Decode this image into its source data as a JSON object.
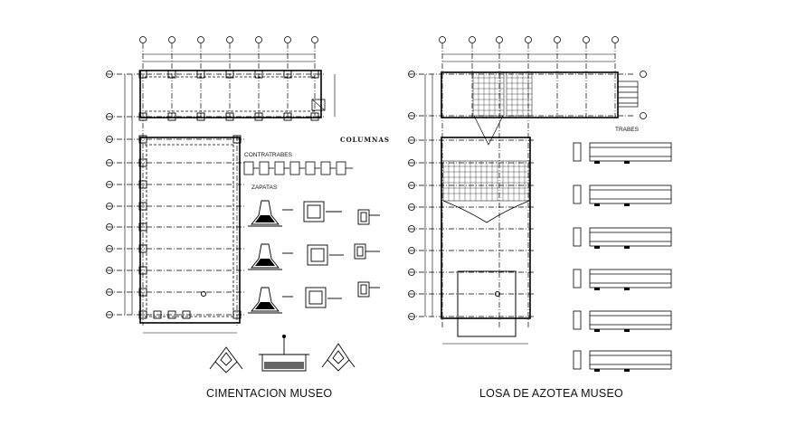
{
  "left_plan": {
    "title": "CIMENTACION MUSEO",
    "columns_label": "COLUMNAS",
    "contratrabes_label": "CONTRATRABES",
    "zapatas_label": "ZAPATAS"
  },
  "right_plan": {
    "title": "LOSA DE AZOTEA MUSEO",
    "trabes_label": "TRABES"
  },
  "colors": {
    "line": "#000000",
    "background": "#ffffff"
  }
}
